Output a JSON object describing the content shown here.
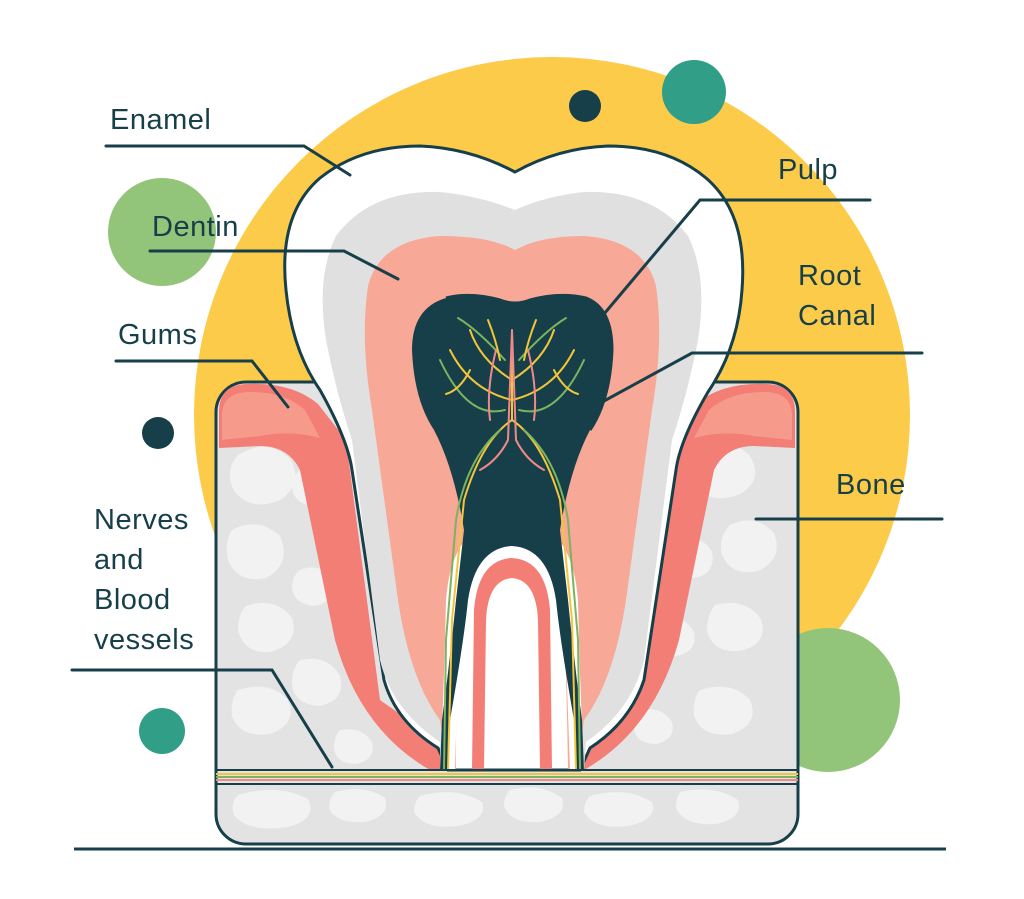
{
  "colors": {
    "ink": "#173f4a",
    "sun": "#fccb4a",
    "teal": "#319e87",
    "green": "#92c479",
    "enamel": "#ffffff",
    "dentin_outer": "#e0e0e0",
    "dentin_inner": "#f8a896",
    "gum": "#f27e76",
    "bone": "#e3e3e3",
    "pulp": "#173f4a",
    "nerve_yellow": "#f2c53a",
    "nerve_green": "#7bb35e",
    "nerve_pink": "#f08a88"
  },
  "labels": {
    "enamel": "Enamel",
    "dentin": "Dentin",
    "gums": "Gums",
    "nerves": [
      "Nerves",
      "and",
      "Blood",
      "vessels"
    ],
    "pulp": "Pulp",
    "root_canal": [
      "Root",
      "Canal"
    ],
    "bone": "Bone"
  }
}
